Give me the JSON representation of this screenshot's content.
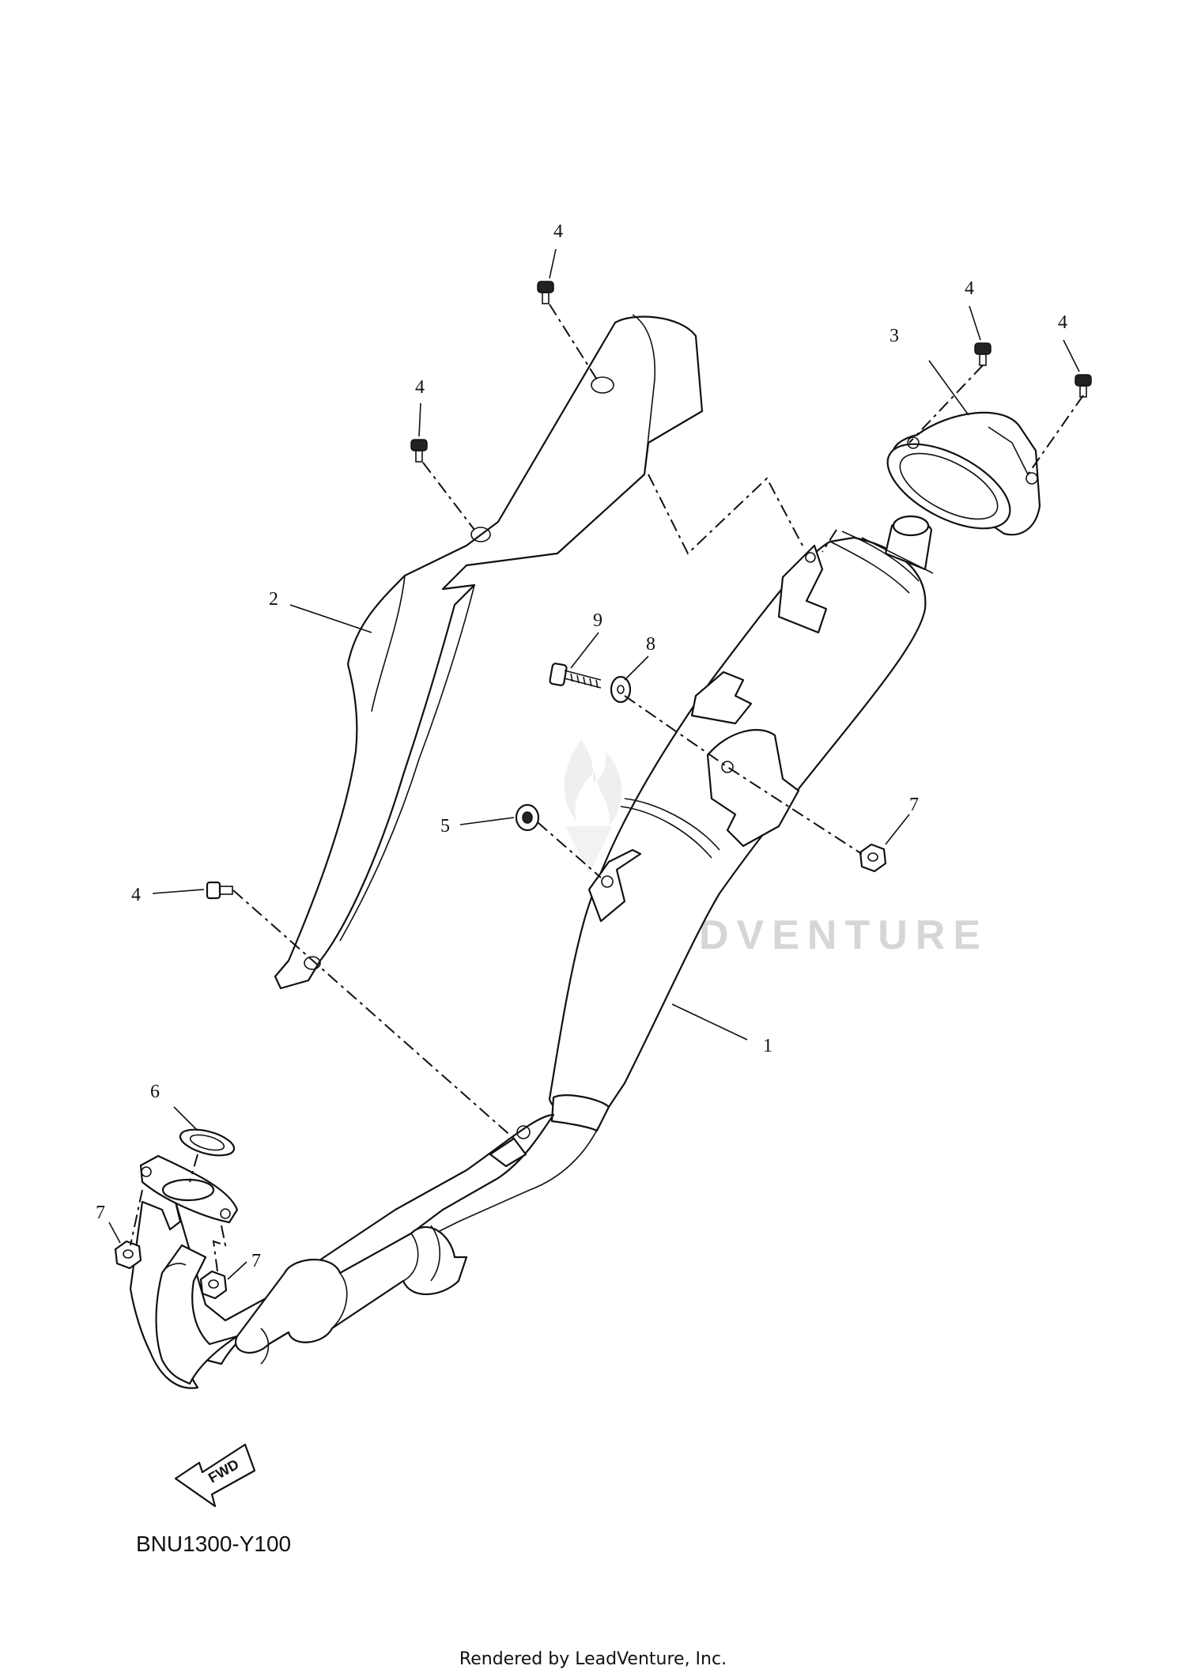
{
  "watermark": "LEADVENTURE",
  "diagram_code": "BNU1300-Y100",
  "footer_credit": "Rendered by LeadVenture, Inc.",
  "fwd_label": "FWD",
  "callouts": {
    "c1": "1",
    "c2": "2",
    "c3": "3",
    "c4a": "4",
    "c4b": "4",
    "c4c": "4",
    "c4d": "4",
    "c4e": "4",
    "c5": "5",
    "c6": "6",
    "c7a": "7",
    "c7b": "7",
    "c7c": "7",
    "c8": "8",
    "c9": "9"
  },
  "icons": {
    "fwd_arrow": "fwd-arrow-icon",
    "watermark_logo": "leadventure-flame-logo"
  }
}
